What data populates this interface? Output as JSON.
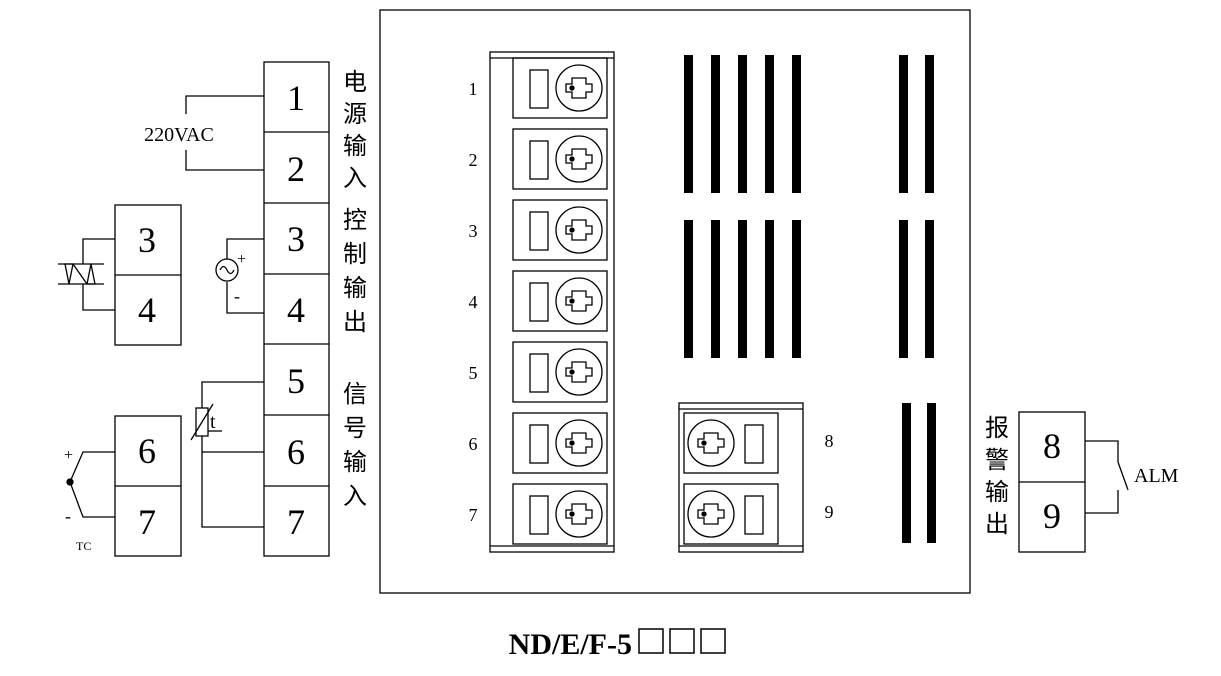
{
  "main_terminal": {
    "numbers": [
      "1",
      "2",
      "3",
      "4",
      "5",
      "6",
      "7"
    ],
    "label_power": [
      "电",
      "源",
      "输",
      "入"
    ],
    "label_control": [
      "控",
      "制",
      "输",
      "出"
    ],
    "label_signal": [
      "信",
      "号",
      "输",
      "入"
    ]
  },
  "power_label": "220VAC",
  "ssr_terminal": {
    "top": "3",
    "bottom": "4"
  },
  "ac_polarity": {
    "plus": "+",
    "minus": "-"
  },
  "rtd_label": "t",
  "tc_terminal": {
    "top": "6",
    "bottom": "7",
    "plus": "+",
    "minus": "-",
    "label": "TC"
  },
  "alarm": {
    "label_chars": [
      "报",
      "警",
      "输",
      "出"
    ],
    "top": "8",
    "bottom": "9",
    "relay_label": "ALM"
  },
  "panel": {
    "left_numbers": [
      "1",
      "2",
      "3",
      "4",
      "5",
      "6",
      "7"
    ],
    "right_numbers": [
      "8",
      "9"
    ]
  },
  "model": {
    "text": "ND/E/F-5",
    "boxes": [
      "□",
      "□",
      "□"
    ]
  }
}
